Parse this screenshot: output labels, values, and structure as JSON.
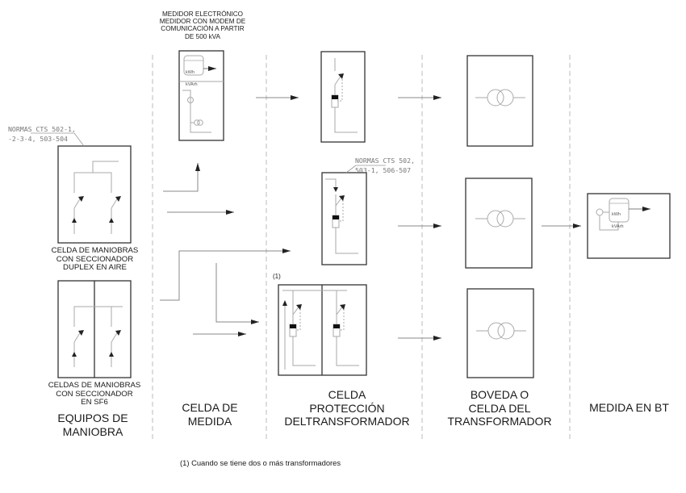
{
  "columns": [
    {
      "id": "equipos-maniobra",
      "title": "EQUIPOS DE\nMANIOBRA"
    },
    {
      "id": "celda-medida",
      "title": "CELDA DE\nMEDIDA"
    },
    {
      "id": "celda-proteccion",
      "title": "CELDA\nPROTECCIÓN\nDELTRANSFORMADOR"
    },
    {
      "id": "boveda",
      "title": "BOVEDA O\nCELDA DEL\nTRANSFORMADOR"
    },
    {
      "id": "medida-bt",
      "title": "MEDIDA EN BT"
    }
  ],
  "annotations": {
    "meter_note": "MEDIDOR ELECTRÓNICO\nMEDIDOR CON MODEM DE\nCOMUNICACIÓN A PARTIR\nDE 500 kVA",
    "normas_maniobra": "NORMAS CTS 502-1,\n-2-3-4, 503-504",
    "normas_proteccion": "NORMAS CTS 502,\n503-1, 506-507",
    "duplex_label": "CELDA DE MANIOBRAS\nCON SECCIONADOR\nDUPLEX EN AIRE",
    "sf6_label": "CELDAS DE MANIOBRAS\nCON SECCIONADOR\nEN SF6",
    "multi_marker": "(1)",
    "footnote": "(1) Cuando se tiene dos o más transformadores"
  },
  "meter": {
    "line1": "kWh",
    "line2": "kVArh"
  },
  "colors": {
    "frame": "#333333",
    "wire": "#aaaaaa",
    "divider": "#bbbbbb",
    "arrow": "#555555"
  }
}
